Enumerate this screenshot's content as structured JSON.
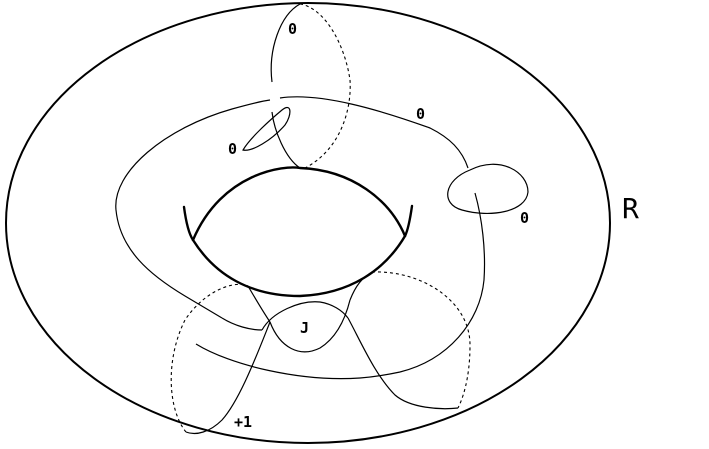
{
  "labels": {
    "top_loop": "0",
    "left_small_loop": "0",
    "outer_curve": "0",
    "right_loop": "0",
    "knot": "J",
    "bottom_loop": "+1",
    "region": "R"
  }
}
